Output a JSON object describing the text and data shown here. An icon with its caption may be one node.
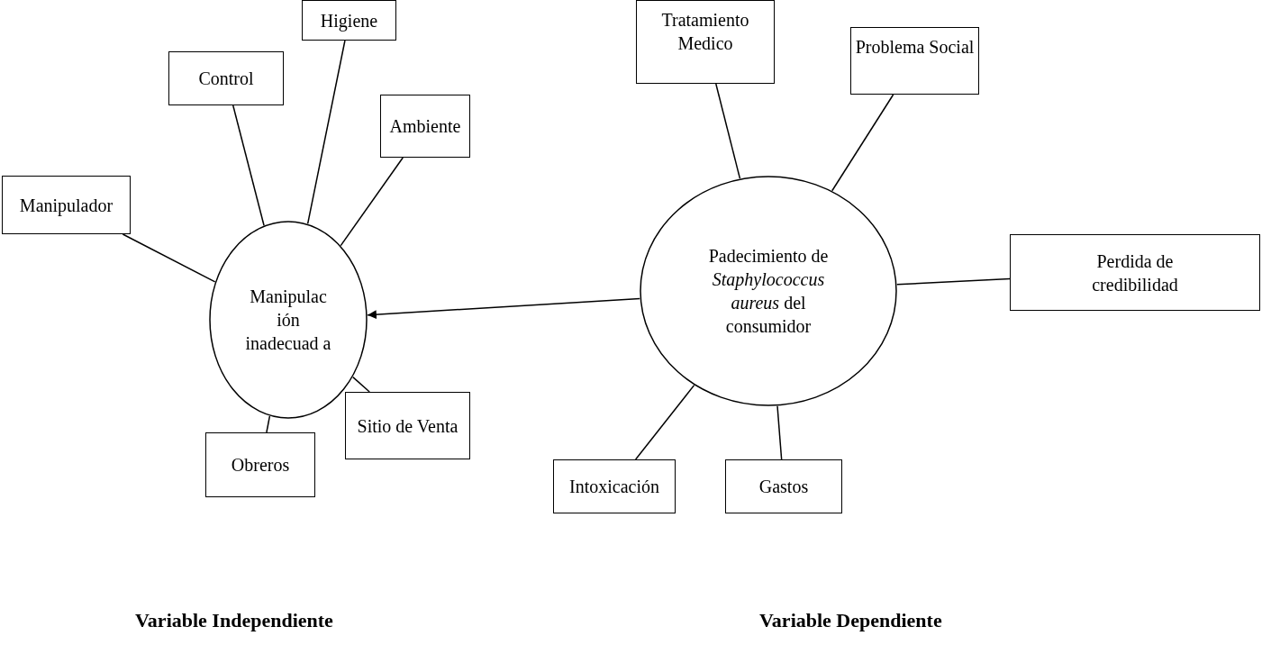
{
  "diagram": {
    "nodes": [
      {
        "text": [
          "Control"
        ]
      },
      {
        "text": [
          "Higiene"
        ]
      },
      {
        "text": [
          "Ambiente"
        ]
      },
      {
        "text": [
          "Manipulador"
        ]
      },
      {
        "text": [
          "Manipulac ión inadecuad a"
        ]
      },
      {
        "text": [
          "Sitio de Venta"
        ]
      },
      {
        "text": [
          "Obreros"
        ]
      },
      {
        "text": [
          "Tratamiento Medico"
        ]
      },
      {
        "text": [
          "Problema Social"
        ]
      },
      {
        "text": [
          "Padecimiento de *Staphylococcus aureus* del consumidor"
        ]
      },
      {
        "text": [
          "Perdida de credibilidad"
        ]
      },
      {
        "text": [
          "Intoxicación"
        ]
      },
      {
        "text": [
          "Gastos"
        ]
      }
    ],
    "edges": [
      {
        "from": 0,
        "to": 4,
        "arrow": "none"
      },
      {
        "from": 1,
        "to": 4,
        "arrow": "none"
      },
      {
        "from": 2,
        "to": 4,
        "arrow": "none"
      },
      {
        "from": 3,
        "to": 4,
        "arrow": "none"
      },
      {
        "from": 5,
        "to": 4,
        "arrow": "none"
      },
      {
        "from": 6,
        "to": 4,
        "arrow": "none"
      },
      {
        "from": 7,
        "to": 9,
        "arrow": "none"
      },
      {
        "from": 8,
        "to": 9,
        "arrow": "none"
      },
      {
        "from": 10,
        "to": 9,
        "arrow": "none"
      },
      {
        "from": 11,
        "to": 9,
        "arrow": "none"
      },
      {
        "from": 12,
        "to": 9,
        "arrow": "none"
      },
      {
        "from": 9,
        "to": 4,
        "arrow": "to"
      }
    ],
    "labels": [
      "Variable Independiente",
      "Variable Dependiente"
    ]
  }
}
